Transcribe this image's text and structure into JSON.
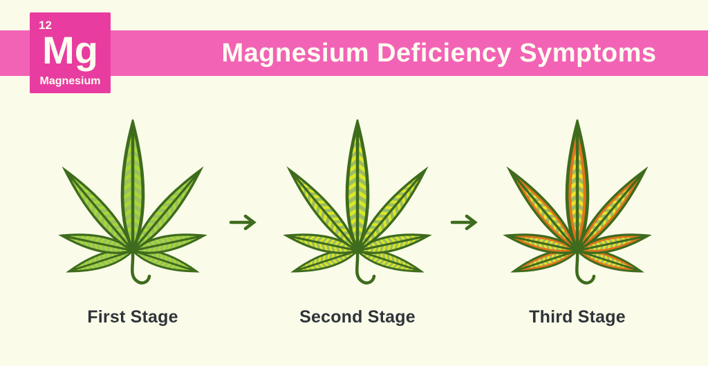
{
  "background": "#fafbe9",
  "element_card": {
    "atomic_number": "12",
    "symbol": "Mg",
    "name": "Magnesium",
    "color": "#e83ca0",
    "text_color": "#fdfdf0"
  },
  "banner": {
    "title": "Magnesium Deficiency Symptoms",
    "color": "#f263b6",
    "text_color": "#fdfdf0"
  },
  "stages": [
    {
      "label": "First Stage",
      "colors": {
        "body": "#9bc05e",
        "vein": "#a6d837",
        "outline": "#3e6b1d",
        "edge": "transparent"
      }
    },
    {
      "label": "Second Stage",
      "colors": {
        "body": "#9dbd64",
        "vein": "#dbe823",
        "outline": "#3e6b1d",
        "edge": "transparent"
      }
    },
    {
      "label": "Third Stage",
      "colors": {
        "body": "#a1bd62",
        "vein": "#f1e227",
        "outline": "#3e6b1d",
        "edge": "#df761d"
      }
    }
  ],
  "arrow": {
    "glyph": "→",
    "color": "#3e6b1d"
  },
  "label_color": "#2f3439"
}
